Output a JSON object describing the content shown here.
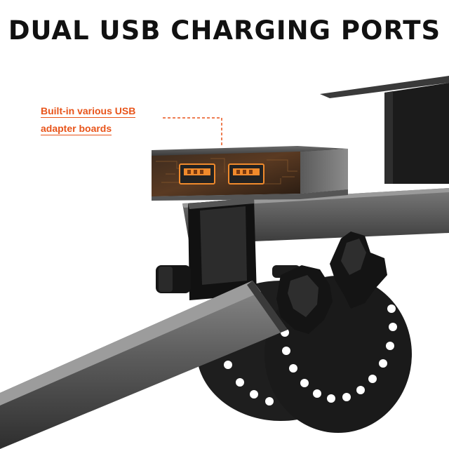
{
  "headline": "DUAL USB CHARGING PORTS",
  "callout": {
    "line1": "Built-in various USB",
    "line2": "adapter boards",
    "color": "#e8541a"
  },
  "colors": {
    "background": "#ffffff",
    "usb_port_accent": "#f08a2c",
    "metal_dark": "#2b2b2b",
    "metal_mid": "#5a5a5a",
    "knob_black": "#151515"
  },
  "icons": {
    "usb_port": "usb-port-icon",
    "knob": "star-knob-icon"
  }
}
